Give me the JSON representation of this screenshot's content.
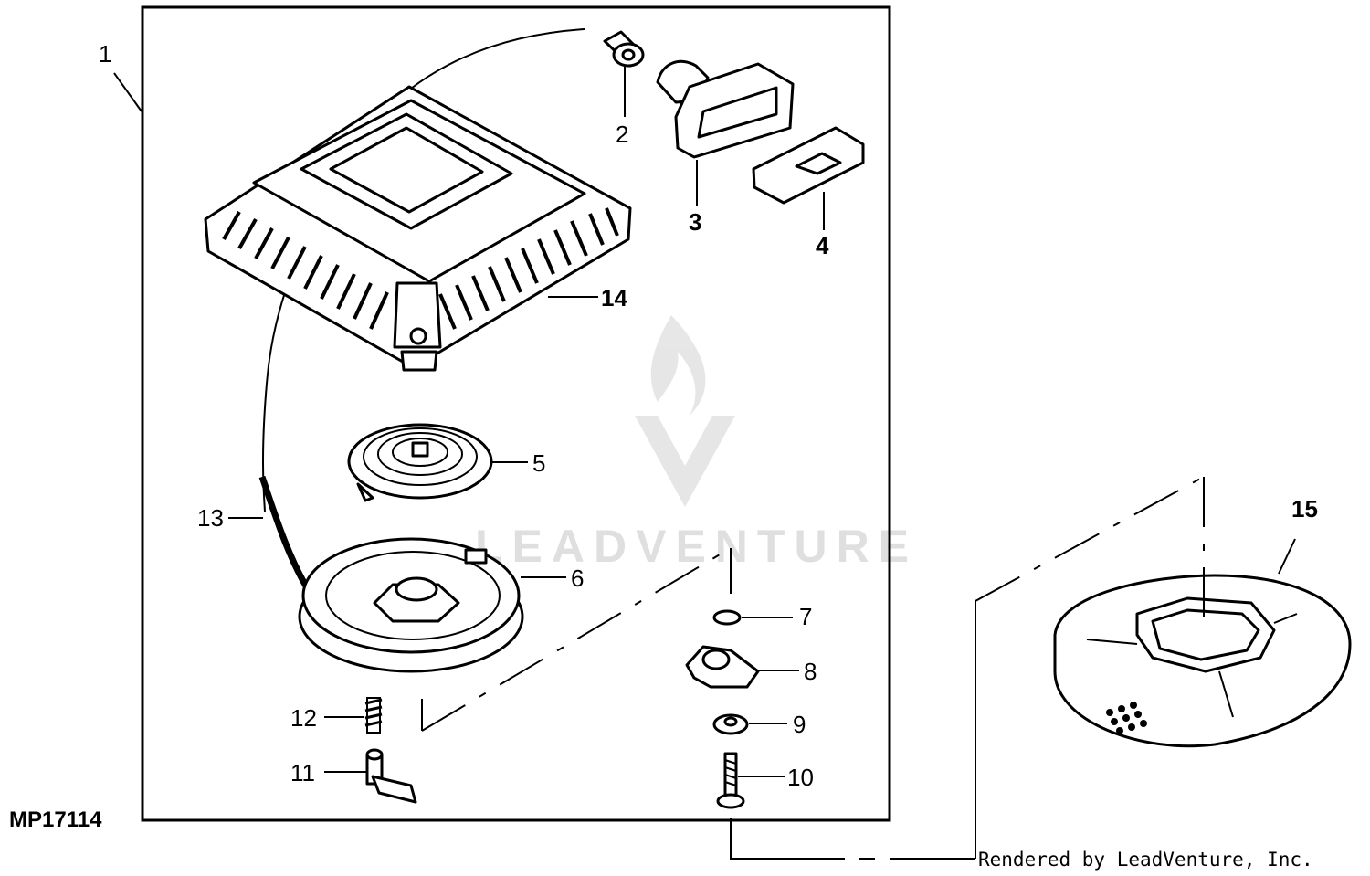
{
  "figure_code": "MP17114",
  "credit": "Rendered by LeadVenture, Inc.",
  "watermark": "LEADVENTURE",
  "callouts": [
    "1",
    "2",
    "3",
    "4",
    "5",
    "6",
    "7",
    "8",
    "9",
    "10",
    "11",
    "12",
    "13",
    "14",
    "15"
  ]
}
